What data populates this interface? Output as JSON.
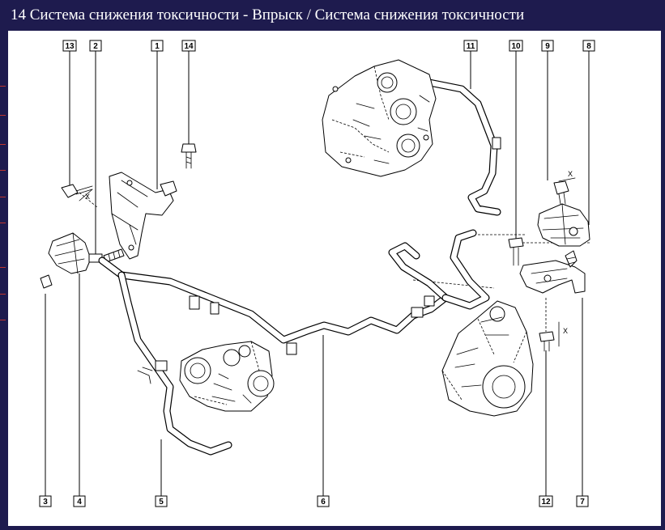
{
  "window": {
    "title": "14 Система снижения токсичности - Впрыск / Система снижения токсичности"
  },
  "diagram": {
    "callouts": [
      {
        "id": "c13",
        "label": "13"
      },
      {
        "id": "c2",
        "label": "2"
      },
      {
        "id": "c1",
        "label": "1"
      },
      {
        "id": "c14",
        "label": "14"
      },
      {
        "id": "c11",
        "label": "11"
      },
      {
        "id": "c10",
        "label": "10"
      },
      {
        "id": "c9",
        "label": "9"
      },
      {
        "id": "c8",
        "label": "8"
      },
      {
        "id": "c3",
        "label": "3"
      },
      {
        "id": "c4",
        "label": "4"
      },
      {
        "id": "c5",
        "label": "5"
      },
      {
        "id": "c6",
        "label": "6"
      },
      {
        "id": "c12",
        "label": "12"
      },
      {
        "id": "c7",
        "label": "7"
      }
    ],
    "torque_marks": [
      {
        "id": "x1",
        "label": "X"
      },
      {
        "id": "x2",
        "label": "X"
      },
      {
        "id": "x3",
        "label": "X"
      }
    ]
  },
  "colors": {
    "frame": "#1e1b4e",
    "ruler_tick": "#c0352f",
    "canvas": "#ffffff",
    "ink": "#000000"
  }
}
